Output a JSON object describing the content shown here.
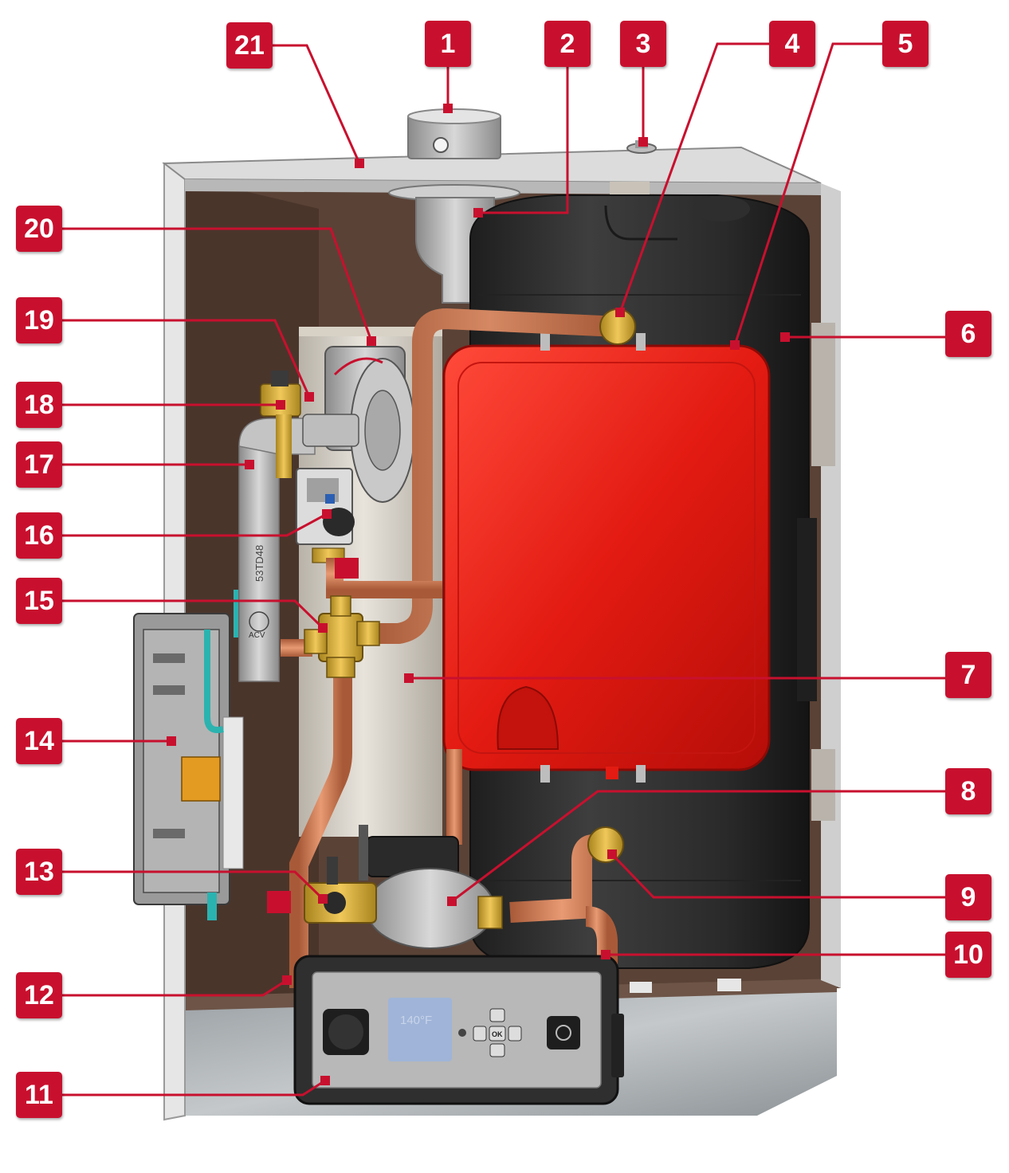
{
  "callouts": {
    "c1": "1",
    "c2": "2",
    "c3": "3",
    "c4": "4",
    "c5": "5",
    "c6": "6",
    "c7": "7",
    "c8": "8",
    "c9": "9",
    "c10": "10",
    "c11": "11",
    "c12": "12",
    "c13": "13",
    "c14": "14",
    "c15": "15",
    "c16": "16",
    "c17": "17",
    "c18": "18",
    "c19": "19",
    "c20": "20",
    "c21": "21"
  },
  "pipe_marking": "53TD48",
  "brand_mark": "ACV",
  "control_panel": {
    "display_temp": "140°F",
    "center_key": "OK"
  },
  "colors": {
    "callout": "#c8102e",
    "expansion_tank": "#e31b12",
    "copper": "#c87a55",
    "insulation": "#5a4236",
    "tank_jacket": "#2c2c2c",
    "display": "#9fb4d8"
  }
}
